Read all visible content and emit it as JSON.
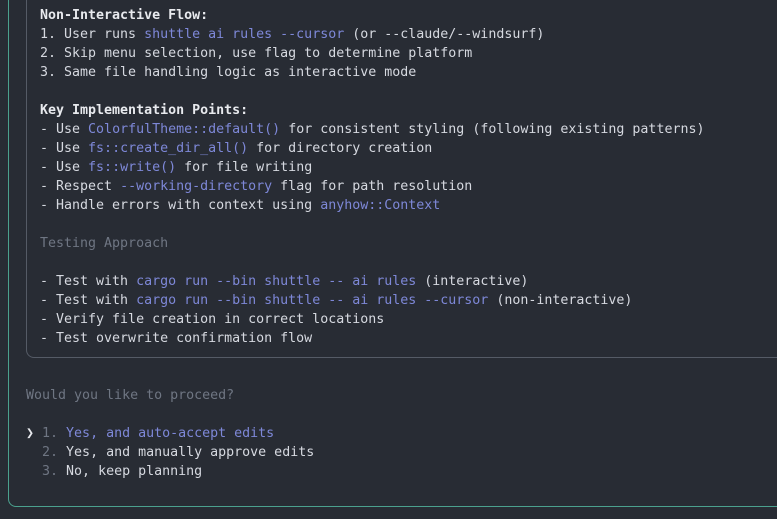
{
  "colors": {
    "background": "#282c34",
    "panel_border": "#4ba18e",
    "box_border": "#555b66",
    "text": "#d6d9e0",
    "heading": "#e8eaee",
    "code": "#7e88d8",
    "dim": "#6f7683"
  },
  "plan_box": {
    "lines": [
      {
        "segments": [
          {
            "text": "Non-Interactive Flow:",
            "style": "bold"
          }
        ]
      },
      {
        "segments": [
          {
            "text": "1. User runs ",
            "style": "normal"
          },
          {
            "text": "shuttle ai rules --cursor",
            "style": "code"
          },
          {
            "text": " (or --claude/--windsurf)",
            "style": "normal"
          }
        ]
      },
      {
        "segments": [
          {
            "text": "2. Skip menu selection, use flag to determine platform",
            "style": "normal"
          }
        ]
      },
      {
        "segments": [
          {
            "text": "3. Same file handling logic as interactive mode",
            "style": "normal"
          }
        ]
      },
      {
        "segments": []
      },
      {
        "segments": [
          {
            "text": "Key Implementation Points:",
            "style": "bold"
          }
        ]
      },
      {
        "segments": [
          {
            "text": "- Use ",
            "style": "normal"
          },
          {
            "text": "ColorfulTheme::default()",
            "style": "code"
          },
          {
            "text": " for consistent styling (following existing patterns)",
            "style": "normal"
          }
        ]
      },
      {
        "segments": [
          {
            "text": "- Use ",
            "style": "normal"
          },
          {
            "text": "fs::create_dir_all()",
            "style": "code"
          },
          {
            "text": " for directory creation",
            "style": "normal"
          }
        ]
      },
      {
        "segments": [
          {
            "text": "- Use ",
            "style": "normal"
          },
          {
            "text": "fs::write()",
            "style": "code"
          },
          {
            "text": " for file writing",
            "style": "normal"
          }
        ]
      },
      {
        "segments": [
          {
            "text": "- Respect ",
            "style": "normal"
          },
          {
            "text": "--working-directory",
            "style": "code"
          },
          {
            "text": " flag for path resolution",
            "style": "normal"
          }
        ]
      },
      {
        "segments": [
          {
            "text": "- Handle errors with context using ",
            "style": "normal"
          },
          {
            "text": "anyhow::Context",
            "style": "code"
          }
        ]
      },
      {
        "segments": []
      },
      {
        "segments": [
          {
            "text": "Testing Approach",
            "style": "dim"
          }
        ]
      },
      {
        "segments": []
      },
      {
        "segments": [
          {
            "text": "- Test with ",
            "style": "normal"
          },
          {
            "text": "cargo run --bin shuttle -- ai rules",
            "style": "code"
          },
          {
            "text": " (interactive)",
            "style": "normal"
          }
        ]
      },
      {
        "segments": [
          {
            "text": "- Test with ",
            "style": "normal"
          },
          {
            "text": "cargo run --bin shuttle -- ai rules --cursor",
            "style": "code"
          },
          {
            "text": " (non-interactive)",
            "style": "normal"
          }
        ]
      },
      {
        "segments": [
          {
            "text": "- Verify file creation in correct locations",
            "style": "normal"
          }
        ]
      },
      {
        "segments": [
          {
            "text": "- Test overwrite confirmation flow",
            "style": "normal"
          }
        ]
      }
    ]
  },
  "prompt": {
    "question": "Would you like to proceed?"
  },
  "menu": {
    "pointer": "❯",
    "options": [
      {
        "number": "1.",
        "label": "Yes, and auto-accept edits",
        "selected": true
      },
      {
        "number": "2.",
        "label": "Yes, and manually approve edits",
        "selected": false
      },
      {
        "number": "3.",
        "label": "No, keep planning",
        "selected": false
      }
    ]
  }
}
